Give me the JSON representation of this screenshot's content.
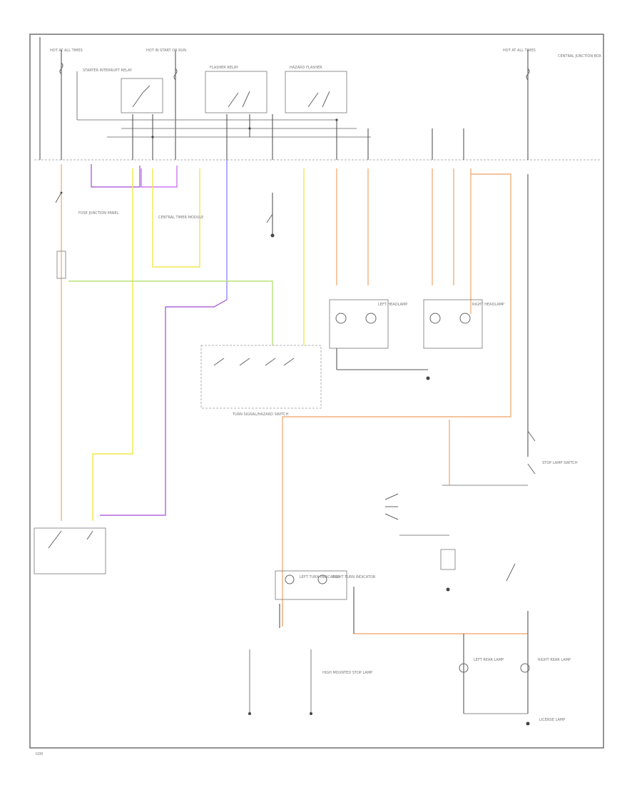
{
  "diagram": {
    "fuse_labels": [
      "HOT AT ALL TIMES",
      "HOT IN START OR RUN",
      "HOT AT ALL TIMES"
    ],
    "relay_labels": [
      "STARTER INTERRUPT RELAY",
      "FLASHER RELAY",
      "HAZARD FLASHER"
    ],
    "component_labels": [
      "CENTRAL JUNCTION BOX",
      "FUSE JUNCTION PANEL",
      "CENTRAL TIMER MODULE",
      "TURN SIGNAL/HAZARD SWITCH",
      "LEFT TURN INDICATOR",
      "RIGHT TURN INDICATOR",
      "LEFT HEADLAMP",
      "RIGHT HEADLAMP",
      "STOP LAMP SWITCH",
      "LEFT REAR LAMP",
      "RIGHT REAR LAMP",
      "HIGH MOUNTED STOP LAMP",
      "LICENSE LAMP"
    ],
    "footer_code": "G00"
  }
}
